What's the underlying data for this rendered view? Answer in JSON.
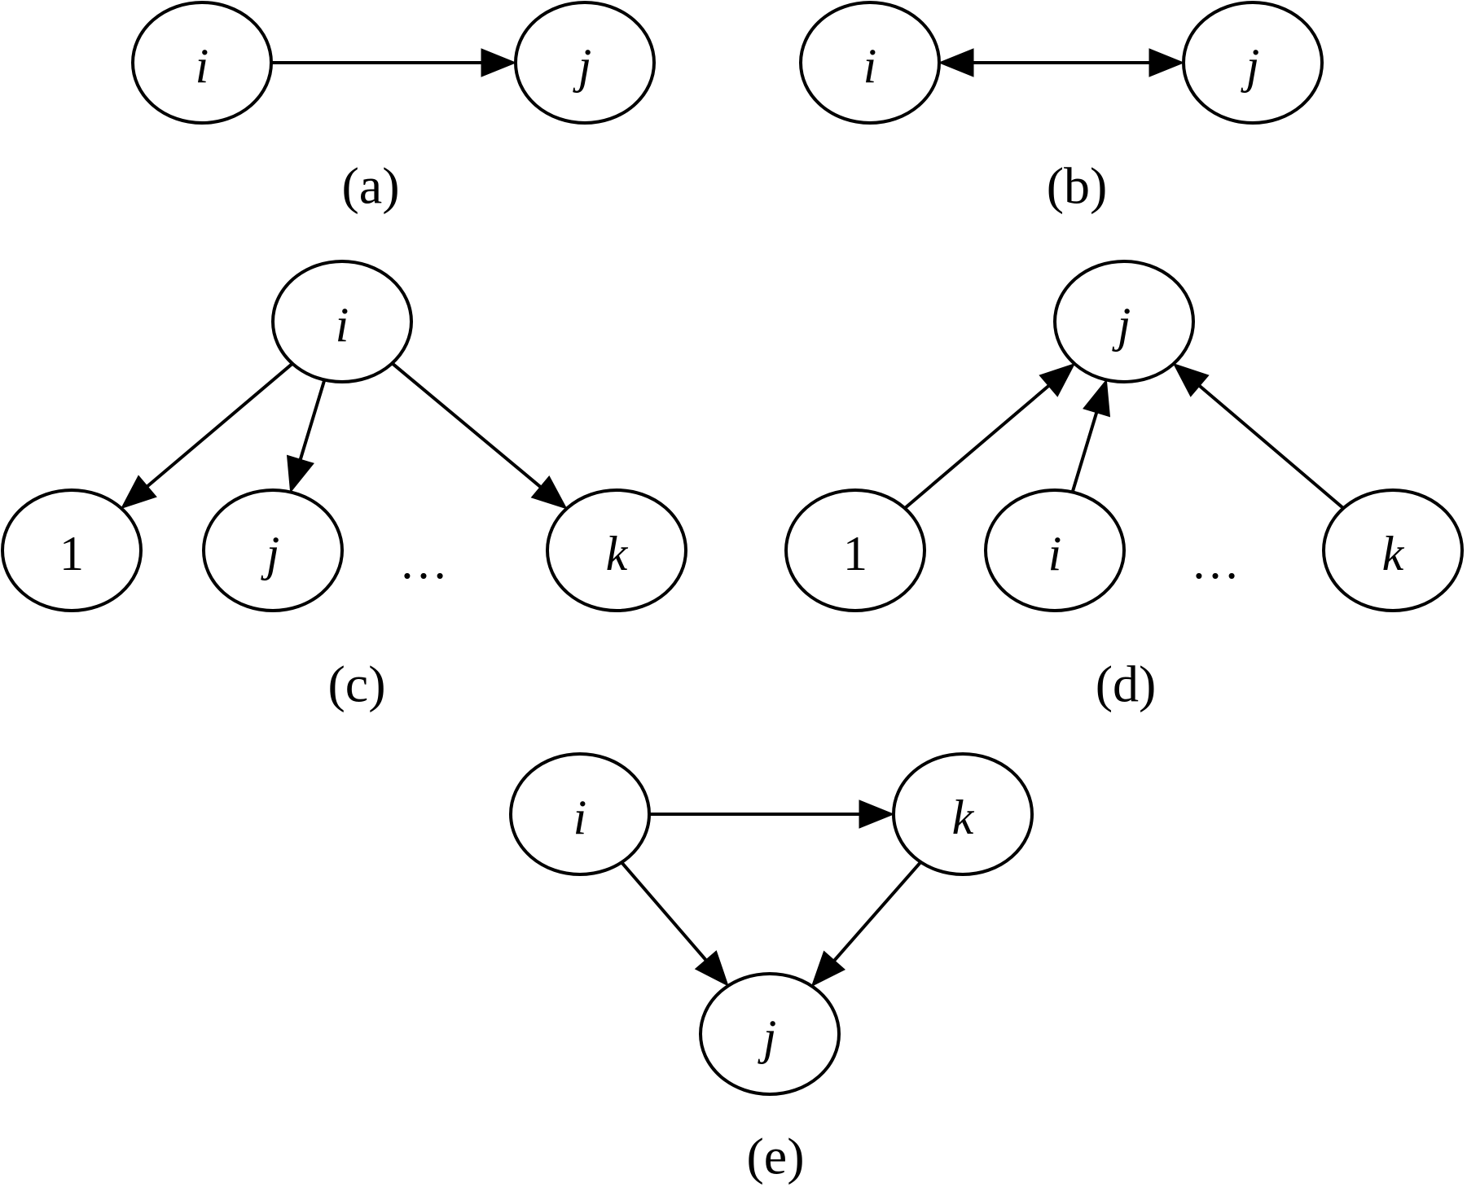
{
  "figure": {
    "panels": [
      {
        "id": "a",
        "caption": "(a)",
        "nodes": [
          {
            "id": "a_i",
            "label": "i",
            "italic": true
          },
          {
            "id": "a_j",
            "label": "j",
            "italic": true
          }
        ],
        "edges": [
          {
            "from": "a_i",
            "to": "a_j",
            "direction": "forward"
          }
        ],
        "ellipsis": null
      },
      {
        "id": "b",
        "caption": "(b)",
        "nodes": [
          {
            "id": "b_i",
            "label": "i",
            "italic": true
          },
          {
            "id": "b_j",
            "label": "j",
            "italic": true
          }
        ],
        "edges": [
          {
            "from": "b_i",
            "to": "b_j",
            "direction": "both"
          }
        ],
        "ellipsis": null
      },
      {
        "id": "c",
        "caption": "(c)",
        "nodes": [
          {
            "id": "c_i",
            "label": "i",
            "italic": true
          },
          {
            "id": "c_1",
            "label": "1",
            "italic": false
          },
          {
            "id": "c_j",
            "label": "j",
            "italic": true
          },
          {
            "id": "c_k",
            "label": "k",
            "italic": true
          }
        ],
        "edges": [
          {
            "from": "c_i",
            "to": "c_1",
            "direction": "forward"
          },
          {
            "from": "c_i",
            "to": "c_j",
            "direction": "forward"
          },
          {
            "from": "c_i",
            "to": "c_k",
            "direction": "forward"
          }
        ],
        "ellipsis": "…"
      },
      {
        "id": "d",
        "caption": "(d)",
        "nodes": [
          {
            "id": "d_j",
            "label": "j",
            "italic": true
          },
          {
            "id": "d_1",
            "label": "1",
            "italic": false
          },
          {
            "id": "d_i",
            "label": "i",
            "italic": true
          },
          {
            "id": "d_k",
            "label": "k",
            "italic": true
          }
        ],
        "edges": [
          {
            "from": "d_1",
            "to": "d_j",
            "direction": "forward"
          },
          {
            "from": "d_i",
            "to": "d_j",
            "direction": "forward"
          },
          {
            "from": "d_k",
            "to": "d_j",
            "direction": "forward"
          }
        ],
        "ellipsis": "…"
      },
      {
        "id": "e",
        "caption": "(e)",
        "nodes": [
          {
            "id": "e_i",
            "label": "i",
            "italic": true
          },
          {
            "id": "e_k",
            "label": "k",
            "italic": true
          },
          {
            "id": "e_j",
            "label": "j",
            "italic": true
          }
        ],
        "edges": [
          {
            "from": "e_i",
            "to": "e_k",
            "direction": "forward"
          },
          {
            "from": "e_i",
            "to": "e_j",
            "direction": "forward"
          },
          {
            "from": "e_k",
            "to": "e_j",
            "direction": "forward"
          }
        ],
        "ellipsis": null
      }
    ],
    "colors": {
      "stroke": "#000000",
      "fill": "#ffffff",
      "background": "#ffffff"
    }
  }
}
